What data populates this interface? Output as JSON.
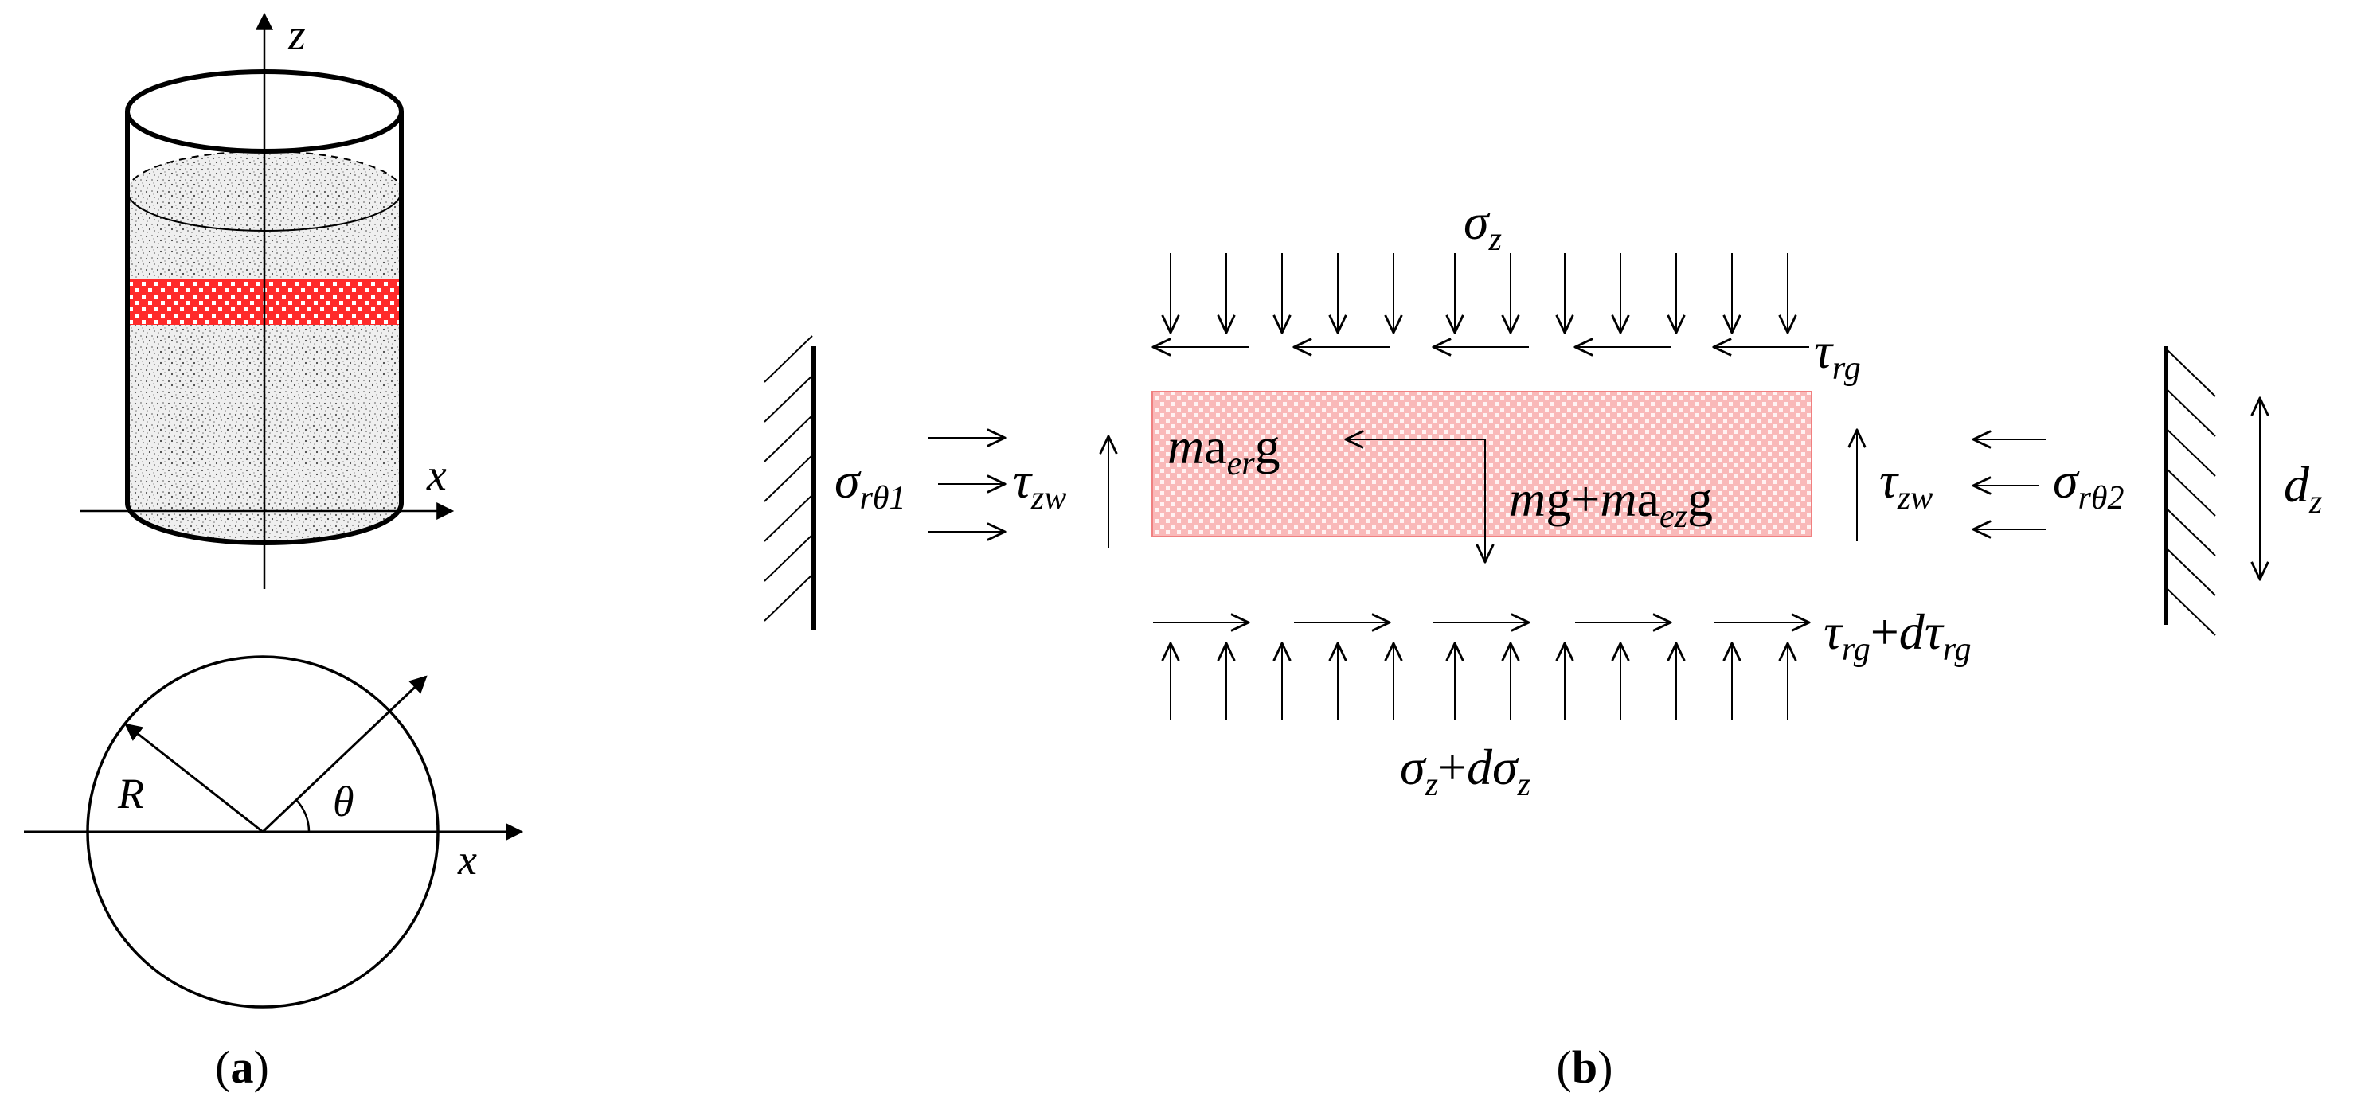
{
  "panel_a": {
    "caption": {
      "open": "(",
      "letter": "a",
      "close": ")"
    },
    "labels": {
      "z_axis": "z",
      "x_axis_top": "x",
      "radius": "R",
      "angle": "θ",
      "x_axis_bottom": "x"
    }
  },
  "panel_b": {
    "caption": {
      "open": "(",
      "letter": "b",
      "close": ")"
    },
    "labels": {
      "sigma_z_top": {
        "base": "σ",
        "sub": "z"
      },
      "tau_rg_top": {
        "base": "τ",
        "sub": "rg"
      },
      "sigma_r_theta1": {
        "base": "σ",
        "sub": "rθ1"
      },
      "tau_zw_left": {
        "base": "τ",
        "sub": "zw"
      },
      "m_aer_g": {
        "m": "m",
        "a": "a",
        "sub": "er",
        "g": "g"
      },
      "mg_plus": {
        "m1": "m",
        "g1": "g",
        "plus": "+",
        "m2": "m",
        "a": "a",
        "sub": "ez",
        "g2": "g"
      },
      "tau_zw_right": {
        "base": "τ",
        "sub": "zw"
      },
      "sigma_r_theta2": {
        "base": "σ",
        "sub": "rθ2"
      },
      "d_z": {
        "base": "d",
        "sub": "z"
      },
      "tau_rg_bottom": {
        "base1": "τ",
        "sub1": "rg",
        "plus": "+",
        "d": "d",
        "base2": "τ",
        "sub2": "rg"
      },
      "sigma_z_bottom": {
        "base1": "σ",
        "sub1": "z",
        "plus": "+",
        "d": "d",
        "base2": "σ",
        "sub2": "z"
      }
    }
  },
  "colors": {
    "ink": "#000000",
    "element_fill": "#f8c8c8",
    "element_dots": "#ff3030",
    "band_fill": "#ff2a2a",
    "sand": "#bdbdbd"
  }
}
